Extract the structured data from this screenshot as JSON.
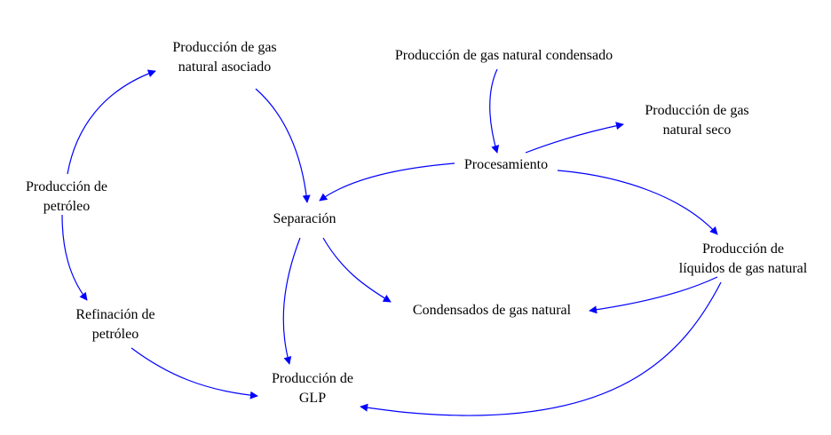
{
  "diagram": {
    "edge_color": "#0000ff",
    "nodes": {
      "gas_asociado": {
        "line1": "Producción de gas",
        "line2": "natural asociado"
      },
      "gas_condensado": {
        "line1": "Producción de gas natural condensado"
      },
      "gas_seco": {
        "line1": "Producción de gas",
        "line2": "natural seco"
      },
      "petroleo": {
        "line1": "Producción de",
        "line2": "petróleo"
      },
      "procesamiento": {
        "line1": "Procesamiento"
      },
      "separacion": {
        "line1": "Separación"
      },
      "liquidos": {
        "line1": "Producción de",
        "line2": "líquidos de gas natural"
      },
      "refinacion": {
        "line1": "Refinación de",
        "line2": "petróleo"
      },
      "condensados": {
        "line1": "Condensados de gas natural"
      },
      "glp": {
        "line1": "Producción de",
        "line2": "GLP"
      }
    }
  }
}
